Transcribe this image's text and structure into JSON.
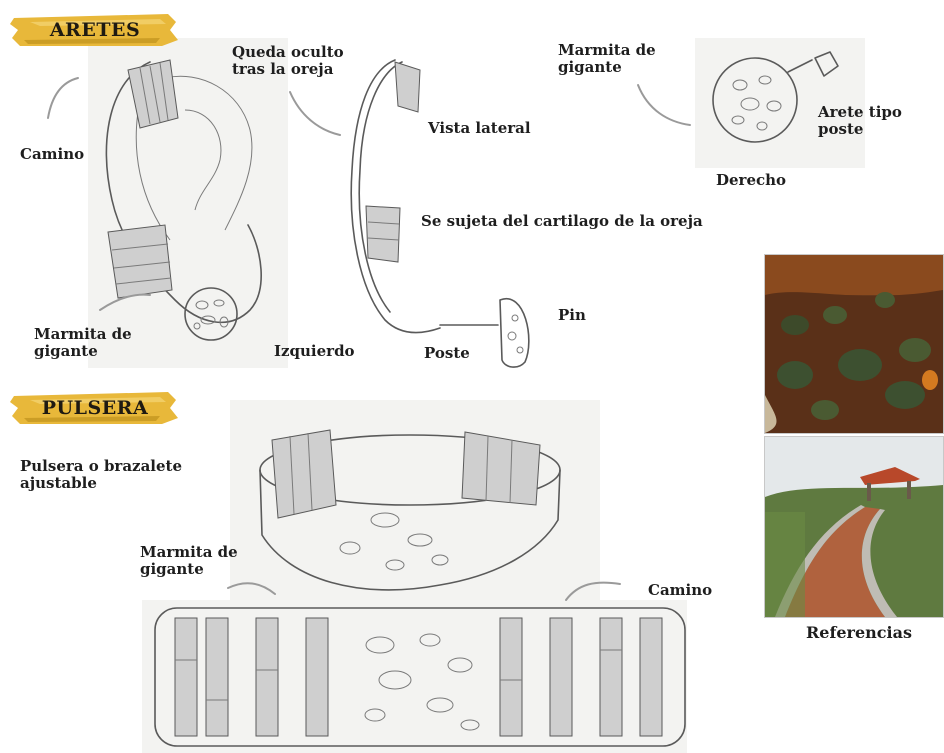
{
  "aretes": {
    "title": "ARETES",
    "camino": "Camino",
    "marmita_izq_1": "Marmita de",
    "marmita_izq_2": "gigante",
    "izquierdo": "Izquierdo",
    "queda_1": "Queda oculto",
    "queda_2": "tras la oreja",
    "vista_lateral": "Vista lateral",
    "se_sujeta": "Se sujeta del cartilago de la oreja",
    "poste": "Poste",
    "pin": "Pin",
    "marmita_der_1": "Marmita de",
    "marmita_der_2": "gigante",
    "arete_tipo_1": "Arete tipo",
    "arete_tipo_2": "poste",
    "derecho": "Derecho"
  },
  "pulsera": {
    "title": "PULSERA",
    "desc_1": "Pulsera o brazalete",
    "desc_2": "ajustable",
    "marmita_1": "Marmita de",
    "marmita_2": "gigante",
    "camino": "Camino"
  },
  "referencias": {
    "label": "Referencias"
  },
  "colors": {
    "banner_gold": "#e8b83a",
    "banner_dark": "#b88a18",
    "text": "#1e1e1e",
    "arrow": "#9a9a9a"
  }
}
